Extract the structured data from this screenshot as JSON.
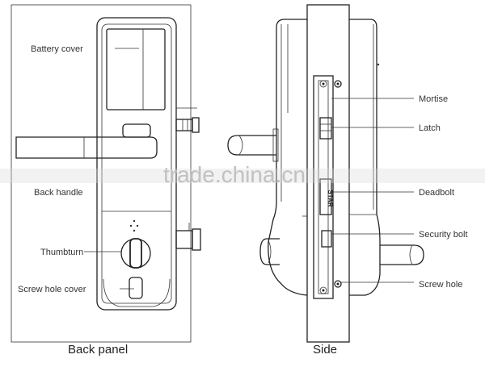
{
  "labels": {
    "battery_cover": "Battery cover",
    "back_handle": "Back handle",
    "thumbturn": "Thumbturn",
    "screw_hole_cover": "Screw hole cover",
    "mortise": "Mortise",
    "latch": "Latch",
    "deadbolt": "Deadbolt",
    "security_bolt": "Security bolt",
    "screw_hole": "Screw hole"
  },
  "captions": {
    "back_panel": "Back panel",
    "side": "Side"
  },
  "watermark": "trade.china.cn",
  "mortise_plate_text": "STAR"
}
